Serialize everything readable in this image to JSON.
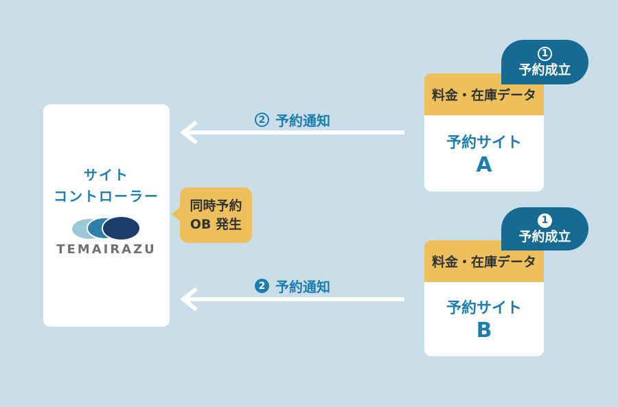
{
  "colors": {
    "background": "#c9dee9",
    "card": "#ffffff",
    "accent_yellow": "#edc05c",
    "accent_blue": "#176a92",
    "text_blue": "#1b7eac",
    "text_dark": "#303234",
    "logo_light": "#9cc7d6",
    "logo_mid": "#2e80a8",
    "logo_navy": "#1c3c6c",
    "logo_gray": "#6d7175",
    "arrow_white": "#ffffff"
  },
  "controller": {
    "title_line1": "サイト",
    "title_line2": "コントローラー",
    "logo_text": "TEMAIRAZU",
    "logo_icon": "temairazu-three-ellipses-logo"
  },
  "ob_callout": {
    "line1": "同時予約",
    "line2": "OB 発生"
  },
  "arrows": [
    {
      "number": "2",
      "number_style": "outlined",
      "label": "予約通知",
      "direction": "left"
    },
    {
      "number": "2",
      "number_style": "filled",
      "label": "予約通知",
      "direction": "left"
    }
  ],
  "sites": [
    {
      "bubble_number": "1",
      "bubble_number_style": "outlined",
      "bubble_label": "予約成立",
      "header": "料金・在庫データ",
      "name": "予約サイト",
      "letter": "A"
    },
    {
      "bubble_number": "1",
      "bubble_number_style": "filled",
      "bubble_label": "予約成立",
      "header": "料金・在庫データ",
      "name": "予約サイト",
      "letter": "B"
    }
  ]
}
